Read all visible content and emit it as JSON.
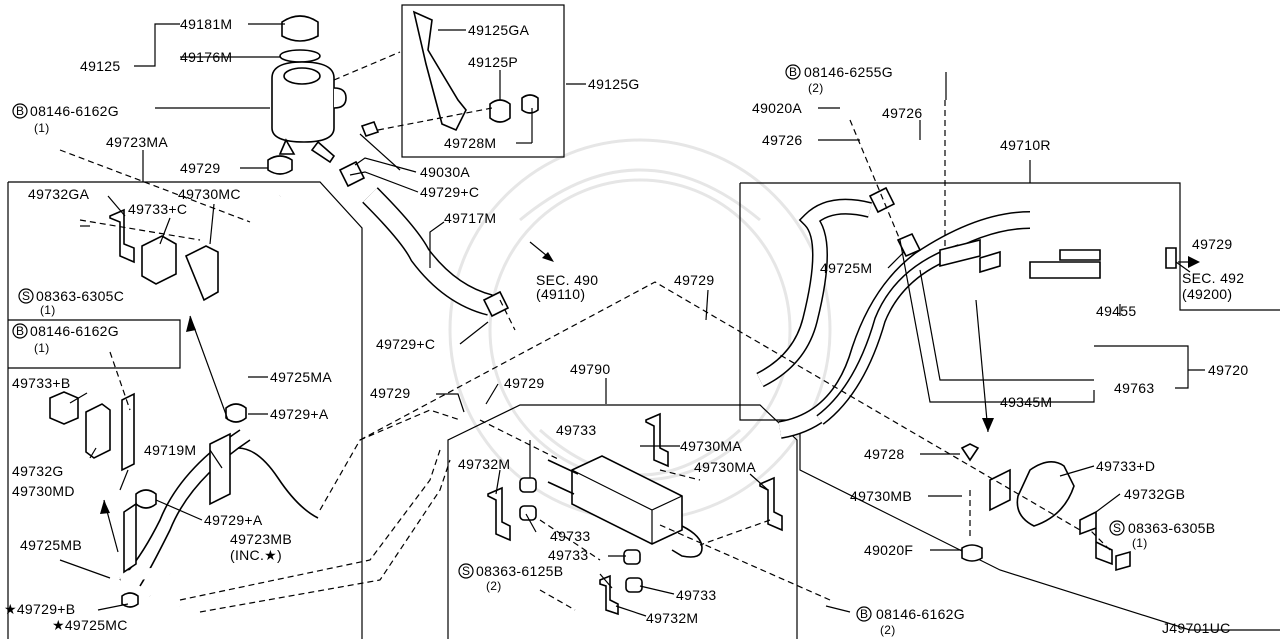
{
  "diagram_id": "J49701UC",
  "labels": [
    {
      "id": "p49181M",
      "text": "49181M"
    },
    {
      "id": "p49176M",
      "text": "49176M"
    },
    {
      "id": "p49125",
      "text": "49125"
    },
    {
      "id": "pB1",
      "text": "08146-6162G"
    },
    {
      "id": "pB1q",
      "text": "(1)"
    },
    {
      "id": "p49723MA",
      "text": "49723MA"
    },
    {
      "id": "p49729a",
      "text": "49729"
    },
    {
      "id": "p49732GA",
      "text": "49732GA"
    },
    {
      "id": "p49730MC",
      "text": "49730MC"
    },
    {
      "id": "p49733C1",
      "text": "49733+C"
    },
    {
      "id": "pS1",
      "text": "08363-6305C"
    },
    {
      "id": "pS1q",
      "text": "(1)"
    },
    {
      "id": "pB2",
      "text": "08146-6162G"
    },
    {
      "id": "pB2q",
      "text": "(1)"
    },
    {
      "id": "p49733B",
      "text": "49733+B"
    },
    {
      "id": "p49732G",
      "text": "49732G"
    },
    {
      "id": "p49730MD",
      "text": "49730MD"
    },
    {
      "id": "p49725MA",
      "text": "49725MA"
    },
    {
      "id": "p49729A1",
      "text": "49729+A"
    },
    {
      "id": "p49719M",
      "text": "49719M"
    },
    {
      "id": "p49729A2",
      "text": "49729+A"
    },
    {
      "id": "p49725MB",
      "text": "49725MB"
    },
    {
      "id": "p49723MB",
      "text": "49723MB"
    },
    {
      "id": "pINC",
      "text": "(INC.★)"
    },
    {
      "id": "p49729B",
      "text": "★49729+B"
    },
    {
      "id": "p49725MC",
      "text": "★49725MC"
    },
    {
      "id": "p49125GA",
      "text": "49125GA"
    },
    {
      "id": "p49125P",
      "text": "49125P"
    },
    {
      "id": "p49125G",
      "text": "49125G"
    },
    {
      "id": "p49728M",
      "text": "49728M"
    },
    {
      "id": "p49030A",
      "text": "49030A"
    },
    {
      "id": "p49729C1",
      "text": "49729+C"
    },
    {
      "id": "p49717M",
      "text": "49717M"
    },
    {
      "id": "pSEC490",
      "text": "SEC. 490"
    },
    {
      "id": "pSEC490b",
      "text": "(49110)"
    },
    {
      "id": "p49729C2",
      "text": "49729+C"
    },
    {
      "id": "p49729b",
      "text": "49729"
    },
    {
      "id": "p49790",
      "text": "49790"
    },
    {
      "id": "p49729c",
      "text": "49729"
    },
    {
      "id": "p49729d",
      "text": "49729"
    },
    {
      "id": "p49733a",
      "text": "49733"
    },
    {
      "id": "p49730MA1",
      "text": "49730MA"
    },
    {
      "id": "p49732M1",
      "text": "49732M"
    },
    {
      "id": "p49730MA2",
      "text": "49730MA"
    },
    {
      "id": "p49733b",
      "text": "49733"
    },
    {
      "id": "p49733c",
      "text": "49733"
    },
    {
      "id": "pS2",
      "text": "08363-6125B"
    },
    {
      "id": "pS2q",
      "text": "(2)"
    },
    {
      "id": "p49733d",
      "text": "49733"
    },
    {
      "id": "p49732M2",
      "text": "49732M"
    },
    {
      "id": "pB3",
      "text": "08146-6162G"
    },
    {
      "id": "pB3q",
      "text": "(2)"
    },
    {
      "id": "pB4",
      "text": "08146-6255G"
    },
    {
      "id": "pB4q",
      "text": "(2)"
    },
    {
      "id": "p49020A",
      "text": "49020A"
    },
    {
      "id": "p49726a",
      "text": "49726"
    },
    {
      "id": "p49726b",
      "text": "49726"
    },
    {
      "id": "p49710R",
      "text": "49710R"
    },
    {
      "id": "p49725M",
      "text": "49725M"
    },
    {
      "id": "p49729e",
      "text": "49729"
    },
    {
      "id": "pSEC492",
      "text": "SEC. 492"
    },
    {
      "id": "pSEC492b",
      "text": "(49200)"
    },
    {
      "id": "p49455",
      "text": "49455"
    },
    {
      "id": "p49720",
      "text": "49720"
    },
    {
      "id": "p49763",
      "text": "49763"
    },
    {
      "id": "p49345M",
      "text": "49345M"
    },
    {
      "id": "p49728",
      "text": "49728"
    },
    {
      "id": "p49733D",
      "text": "49733+D"
    },
    {
      "id": "p49730MB",
      "text": "49730MB"
    },
    {
      "id": "p49732GB",
      "text": "49732GB"
    },
    {
      "id": "pS3",
      "text": "08363-6305B"
    },
    {
      "id": "pS3q",
      "text": "(1)"
    },
    {
      "id": "p49020F",
      "text": "49020F"
    }
  ],
  "symbols": {
    "bolt_prefix": "B",
    "screw_prefix": "S"
  }
}
